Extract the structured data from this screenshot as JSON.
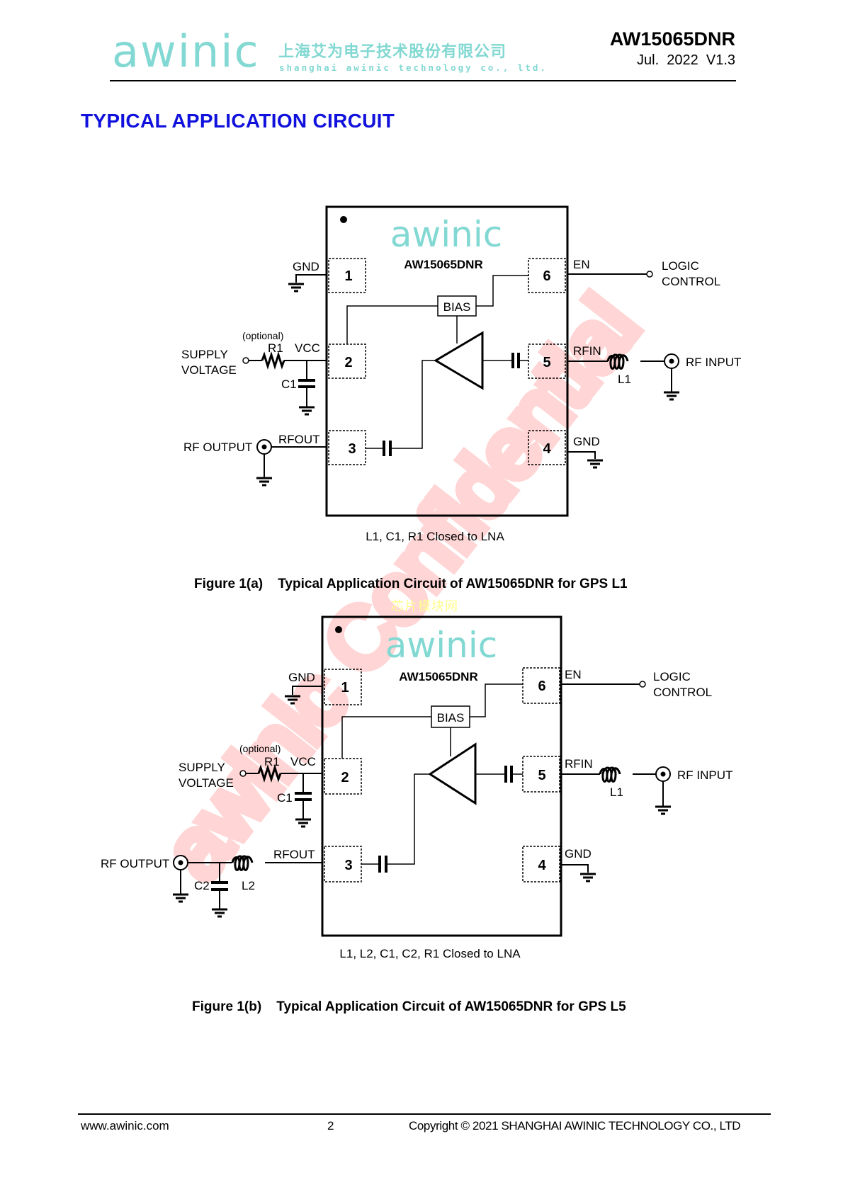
{
  "header": {
    "logo": "awinic",
    "company_cn": "上海艾为电子技术股份有限公司",
    "company_en": "shanghai awinic technology co., ltd.",
    "doc_id": "AW15065DNR",
    "doc_version": "Jul.  2022  V1.3"
  },
  "section_title": "TYPICAL APPLICATION CIRCUIT",
  "colors": {
    "brand_teal": "#82d8d2",
    "section_blue": "#1111dd",
    "watermark_red": "#ff0000"
  },
  "watermark": {
    "text": "awinic Confidential",
    "cn_text": "芯片模块网"
  },
  "figures": [
    {
      "id": "a",
      "chip_logo": "awinic",
      "chip_name": "AW15065DNR",
      "bias_label": "BIAS",
      "pins": [
        {
          "number": "1",
          "name": "GND"
        },
        {
          "number": "2",
          "name": "VCC"
        },
        {
          "number": "3",
          "name": "RFOUT"
        },
        {
          "number": "4",
          "name": "GND"
        },
        {
          "number": "5",
          "name": "RFIN"
        },
        {
          "number": "6",
          "name": "EN"
        }
      ],
      "labels": {
        "supply_voltage_1": "SUPPLY",
        "supply_voltage_2": "VOLTAGE",
        "optional": "(optional)",
        "r1": "R1",
        "c1": "C1",
        "rf_output": "RF OUTPUT",
        "rf_input": "RF INPUT",
        "l1": "L1",
        "logic_control_1": "LOGIC",
        "logic_control_2": "CONTROL"
      },
      "note": "L1, C1, R1 Closed to LNA",
      "caption": "Figure 1(a)    Typical Application Circuit of AW15065DNR for GPS L1"
    },
    {
      "id": "b",
      "chip_logo": "awinic",
      "chip_name": "AW15065DNR",
      "bias_label": "BIAS",
      "pins": [
        {
          "number": "1",
          "name": "GND"
        },
        {
          "number": "2",
          "name": "VCC"
        },
        {
          "number": "3",
          "name": "RFOUT"
        },
        {
          "number": "4",
          "name": "GND"
        },
        {
          "number": "5",
          "name": "RFIN"
        },
        {
          "number": "6",
          "name": "EN"
        }
      ],
      "labels": {
        "supply_voltage_1": "SUPPLY",
        "supply_voltage_2": "VOLTAGE",
        "optional": "(optional)",
        "r1": "R1",
        "c1": "C1",
        "c2": "C2",
        "l2": "L2",
        "rf_output": "RF OUTPUT",
        "rf_input": "RF INPUT",
        "l1": "L1",
        "logic_control_1": "LOGIC",
        "logic_control_2": "CONTROL"
      },
      "note": "L1, L2, C1, C2, R1 Closed to LNA",
      "caption": "Figure 1(b)    Typical Application Circuit of AW15065DNR for GPS L5"
    }
  ],
  "footer": {
    "url": "www.awinic.com",
    "page": "2",
    "copyright": "Copyright © 2021 SHANGHAI AWINIC TECHNOLOGY CO., LTD"
  }
}
